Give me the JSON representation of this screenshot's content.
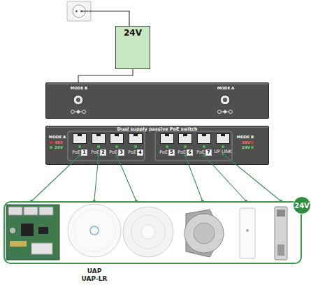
{
  "diagram": {
    "nodes": [
      {
        "text": [
          "24V"
        ]
      },
      {
        "text": [
          "MODE B",
          "MODE A"
        ]
      },
      {
        "text": [
          "Dual supply passive PoE switch",
          "MODE A",
          "48V",
          "24V",
          "MODE B",
          "48V",
          "24V"
        ]
      },
      {
        "text": [
          "PoE",
          "1"
        ],
        "in": 2
      },
      {
        "text": [
          "PoE",
          "2"
        ],
        "in": 2
      },
      {
        "text": [
          "PoE",
          "3"
        ],
        "in": 2
      },
      {
        "text": [
          "PoE",
          "4"
        ],
        "in": 2
      },
      {
        "text": [
          "PoE",
          "5"
        ],
        "in": 2
      },
      {
        "text": [
          "PoE",
          "6"
        ],
        "in": 2
      },
      {
        "text": [
          "PoE",
          "7"
        ],
        "in": 2
      },
      {
        "text": [
          "UP LINK"
        ],
        "in": 2
      },
      {
        "text": [
          "24V"
        ]
      }
    ],
    "edges": [
      {
        "from": 0,
        "to": 1,
        "arrow": "none"
      },
      {
        "from": 3,
        "to": 11,
        "arrow": "none"
      },
      {
        "from": 4,
        "to": 11,
        "arrow": "none"
      },
      {
        "from": 5,
        "to": 11,
        "arrow": "none"
      },
      {
        "from": 8,
        "to": 11,
        "arrow": "none"
      },
      {
        "from": 9,
        "to": 11,
        "arrow": "none"
      },
      {
        "from": 10,
        "to": 11,
        "arrow": "none"
      }
    ],
    "labels": [
      "UAP UAP-LR"
    ]
  }
}
